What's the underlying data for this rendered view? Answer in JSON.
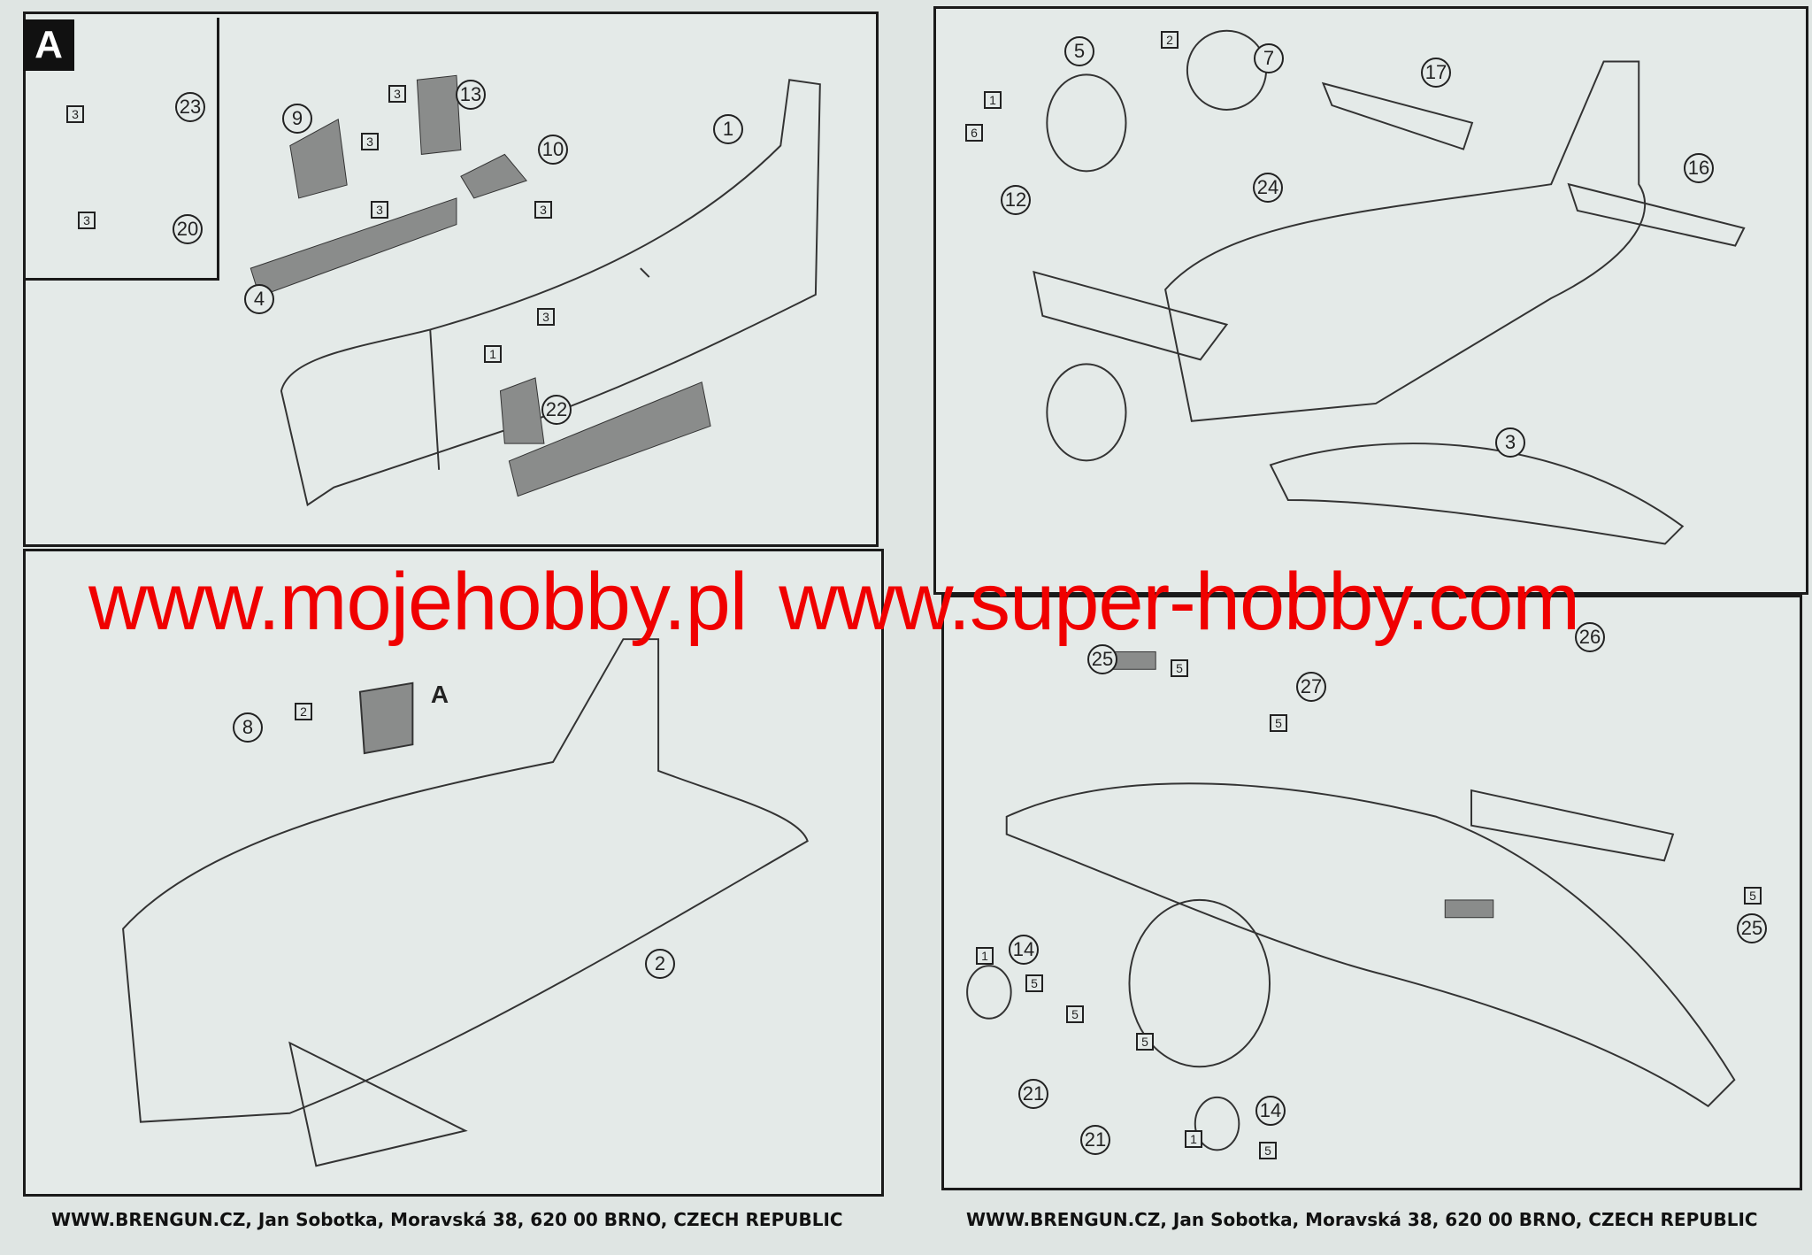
{
  "inset": {
    "badge": "A"
  },
  "panels": {
    "p1": {
      "callouts": [
        "23",
        "20",
        "9",
        "13",
        "10",
        "1",
        "4",
        "22",
        "3",
        "3",
        "3",
        "3",
        "3",
        "3",
        "3",
        "1"
      ]
    },
    "p2": {
      "callouts": [
        "5",
        "7",
        "17",
        "16",
        "24",
        "12",
        "3",
        "2",
        "1",
        "6"
      ]
    },
    "p3": {
      "callouts": [
        "8",
        "2",
        "2",
        "A"
      ]
    },
    "p4": {
      "callouts": [
        "25",
        "26",
        "27",
        "14",
        "21",
        "21",
        "14",
        "25",
        "5",
        "5",
        "5",
        "1",
        "5",
        "5",
        "5",
        "1",
        "5"
      ]
    }
  },
  "watermark": {
    "left": "www.mojehobby.pl",
    "right": "www.super-hobby.com",
    "color": "#f00000"
  },
  "footer": {
    "left": "WWW.BRENGUN.CZ, Jan Sobotka, Moravská 38, 620 00 BRNO, CZECH REPUBLIC",
    "right": "WWW.BRENGUN.CZ, Jan Sobotka, Moravská 38, 620 00 BRNO, CZECH REPUBLIC"
  }
}
